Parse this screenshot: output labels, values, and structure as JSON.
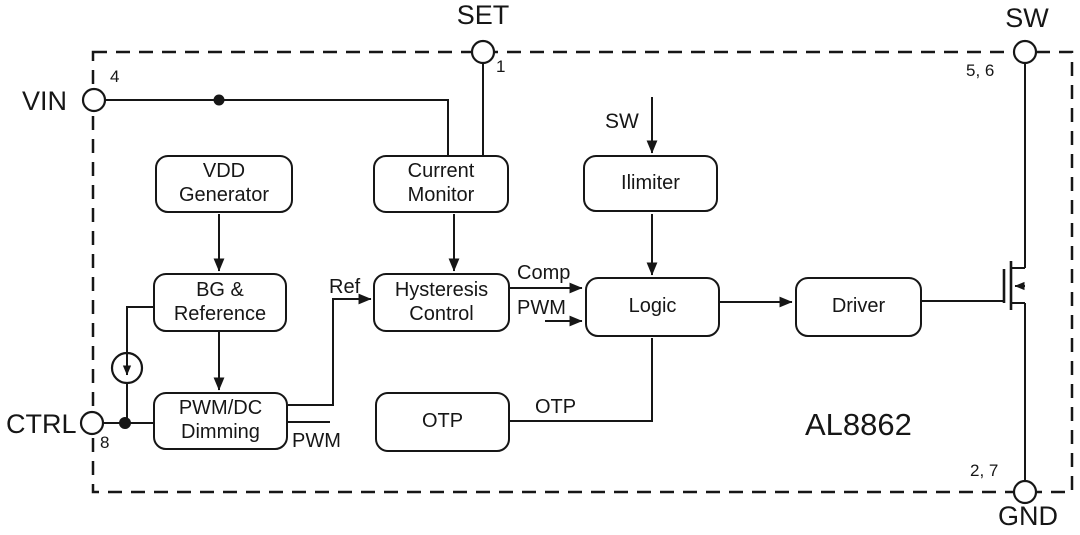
{
  "diagram": {
    "part_number": "AL8862",
    "pins": {
      "vin": {
        "name": "VIN",
        "number": "4"
      },
      "set": {
        "name": "SET",
        "number": "1"
      },
      "sw": {
        "name": "SW",
        "number": "5, 6"
      },
      "ctrl": {
        "name": "CTRL",
        "number": "8"
      },
      "gnd": {
        "name": "GND",
        "number": "2, 7"
      }
    },
    "blocks": {
      "vdd_generator": "VDD\nGenerator",
      "current_monitor": "Current\nMonitor",
      "ilimiter": "Ilimiter",
      "bg_reference": "BG &\nReference",
      "hysteresis_control": "Hysteresis\nControl",
      "logic": "Logic",
      "driver": "Driver",
      "pwm_dc_dimming": "PWM/DC\nDimming",
      "otp": "OTP"
    },
    "nets": {
      "sw_in": "SW",
      "ref": "Ref",
      "comp": "Comp",
      "pwm_to_logic": "PWM",
      "pwm_out": "PWM",
      "otp_signal": "OTP"
    },
    "colors": {
      "line": "#161616",
      "background": "#ffffff"
    }
  }
}
